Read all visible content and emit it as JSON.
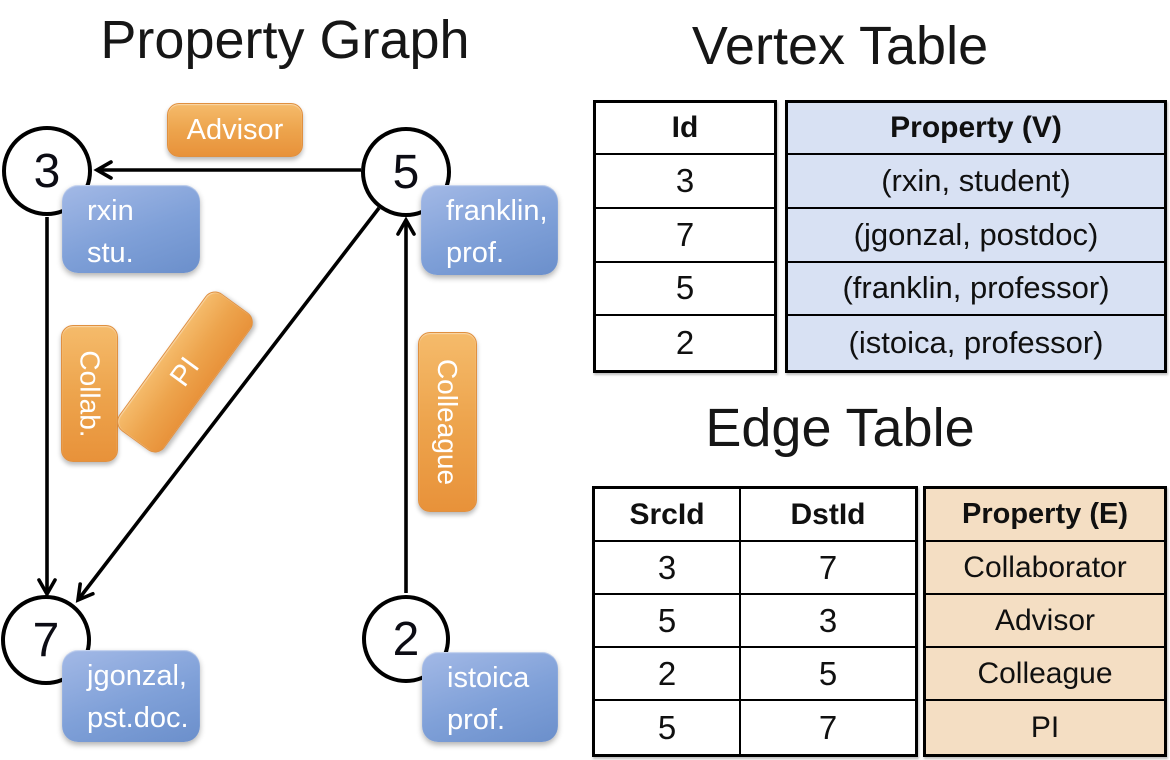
{
  "left_panel": {
    "title": "Property Graph",
    "nodes": [
      {
        "id": "3",
        "prop_lines": [
          "rxin",
          "stu."
        ]
      },
      {
        "id": "5",
        "prop_lines": [
          "franklin,",
          "prof."
        ]
      },
      {
        "id": "7",
        "prop_lines": [
          "jgonzal,",
          "pst.doc."
        ]
      },
      {
        "id": "2",
        "prop_lines": [
          "istoica",
          "prof."
        ]
      }
    ],
    "edges": [
      {
        "label": "Advisor"
      },
      {
        "label": "Collab."
      },
      {
        "label": "PI"
      },
      {
        "label": "Colleague"
      }
    ]
  },
  "vertex_table": {
    "title": "Vertex Table",
    "columns": [
      "Id",
      "Property (V)"
    ],
    "rows": [
      [
        "3",
        "(rxin, student)"
      ],
      [
        "7",
        "(jgonzal, postdoc)"
      ],
      [
        "5",
        "(franklin, professor)"
      ],
      [
        "2",
        "(istoica, professor)"
      ]
    ]
  },
  "edge_table": {
    "title": "Edge Table",
    "columns": [
      "SrcId",
      "DstId",
      "Property (E)"
    ],
    "rows": [
      [
        "3",
        "7",
        "Collaborator"
      ],
      [
        "5",
        "3",
        "Advisor"
      ],
      [
        "2",
        "5",
        "Colleague"
      ],
      [
        "5",
        "7",
        "PI"
      ]
    ]
  },
  "colors": {
    "edge_accent": "#ECA24E",
    "vertex_accent": "#7FA0D6",
    "vertex_table_fill": "#D8E1F3",
    "edge_table_fill": "#F4DEC3",
    "line_color": "#000000"
  }
}
